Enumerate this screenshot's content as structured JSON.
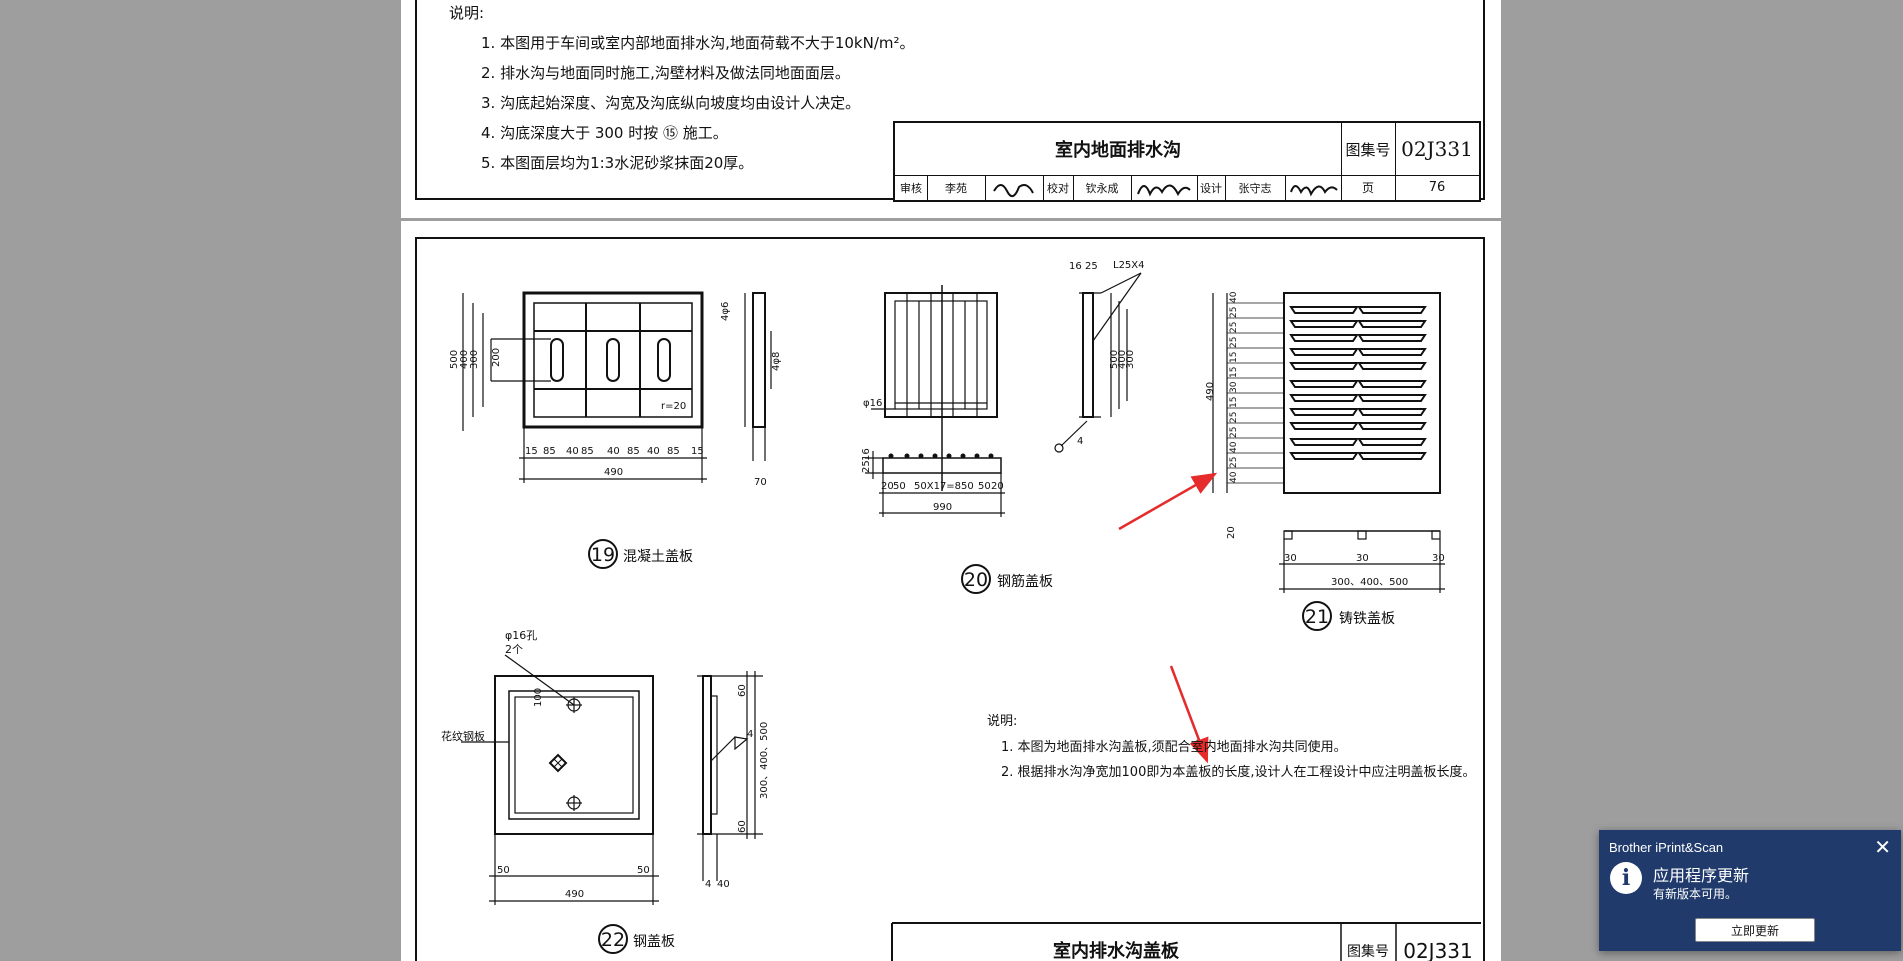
{
  "page1": {
    "notes_heading": "说明:",
    "notes": [
      "1. 本图用于车间或室内部地面排水沟,地面荷载不大于10kN/m²。",
      "2. 排水沟与地面同时施工,沟壁材料及做法同地面面层。",
      "3. 沟底起始深度、沟宽及沟底纵向坡度均由设计人决定。",
      "4. 沟底深度大于 300 时按 ⑮ 施工。",
      "5. 本图面层均为1:3水泥砂浆抹面20厚。"
    ],
    "title_block": {
      "title": "室内地面排水沟",
      "atlas_label": "图集号",
      "atlas_no": "02J331",
      "review_label": "审核",
      "review_name": "李苑",
      "check_label": "校对",
      "check_name": "钦永成",
      "design_label": "设计",
      "design_name": "张守志",
      "page_label": "页",
      "page_no": "76"
    }
  },
  "page2": {
    "d19": {
      "num": "19",
      "title": "混凝土盖板",
      "dims": [
        "15",
        "85",
        "40",
        "85",
        "40",
        "85",
        "40",
        "85",
        "15"
      ],
      "total": "490",
      "left_dims": [
        "500",
        "400",
        "300"
      ],
      "inner": "200",
      "thick": "70",
      "side1": "4φ6",
      "side2": "4φ8",
      "radius": "r=20"
    },
    "d20": {
      "num": "20",
      "title": "钢筋盖板",
      "bar": "φ16",
      "dims": [
        "20",
        "50",
        "50X17=850",
        "50",
        "20"
      ],
      "total": "990",
      "angle": "L25X4",
      "top_dims": [
        "16",
        "25"
      ],
      "right_dims": [
        "500",
        "400",
        "300"
      ],
      "weld": "4",
      "left_dims": [
        "25",
        "16"
      ]
    },
    "d21": {
      "num": "21",
      "title": "铸铁盖板",
      "left_dims": [
        "40",
        "25",
        "25",
        "25",
        "15",
        "15",
        "30",
        "15",
        "25",
        "25",
        "40",
        "25",
        "40"
      ],
      "height": "490",
      "bottom_dims": [
        "30",
        "30",
        "30"
      ],
      "width": "300、400、500",
      "thick": "20"
    },
    "d22": {
      "num": "22",
      "title": "钢盖板",
      "hole1": "φ16孔",
      "hole2": "2个",
      "plate": "花纹钢板",
      "top": "100",
      "bottom_dims": [
        "50",
        "50"
      ],
      "total": "490",
      "side_dims": [
        "60",
        "300、400、500",
        "60"
      ],
      "side_bottom": [
        "4",
        "40"
      ],
      "weld": "4"
    },
    "notes_heading": "说明:",
    "notes": [
      "1. 本图为地面排水沟盖板,须配合室内地面排水沟共同使用。",
      "2. 根据排水沟净宽加100即为本盖板的长度,设计人在工程设计中应注明盖板长度。"
    ],
    "title_block": {
      "title": "室内排水沟盖板",
      "atlas_label": "图集号",
      "atlas_no": "02J331"
    }
  },
  "toast": {
    "app": "Brother iPrint&Scan",
    "icon": "info-icon",
    "title": "应用程序更新",
    "body": "有新版本可用。",
    "button": "立即更新",
    "close": "✕"
  },
  "colors": {
    "background": "#9e9e9e",
    "toast": "#1f3a6b",
    "arrow": "#e52b2b"
  }
}
